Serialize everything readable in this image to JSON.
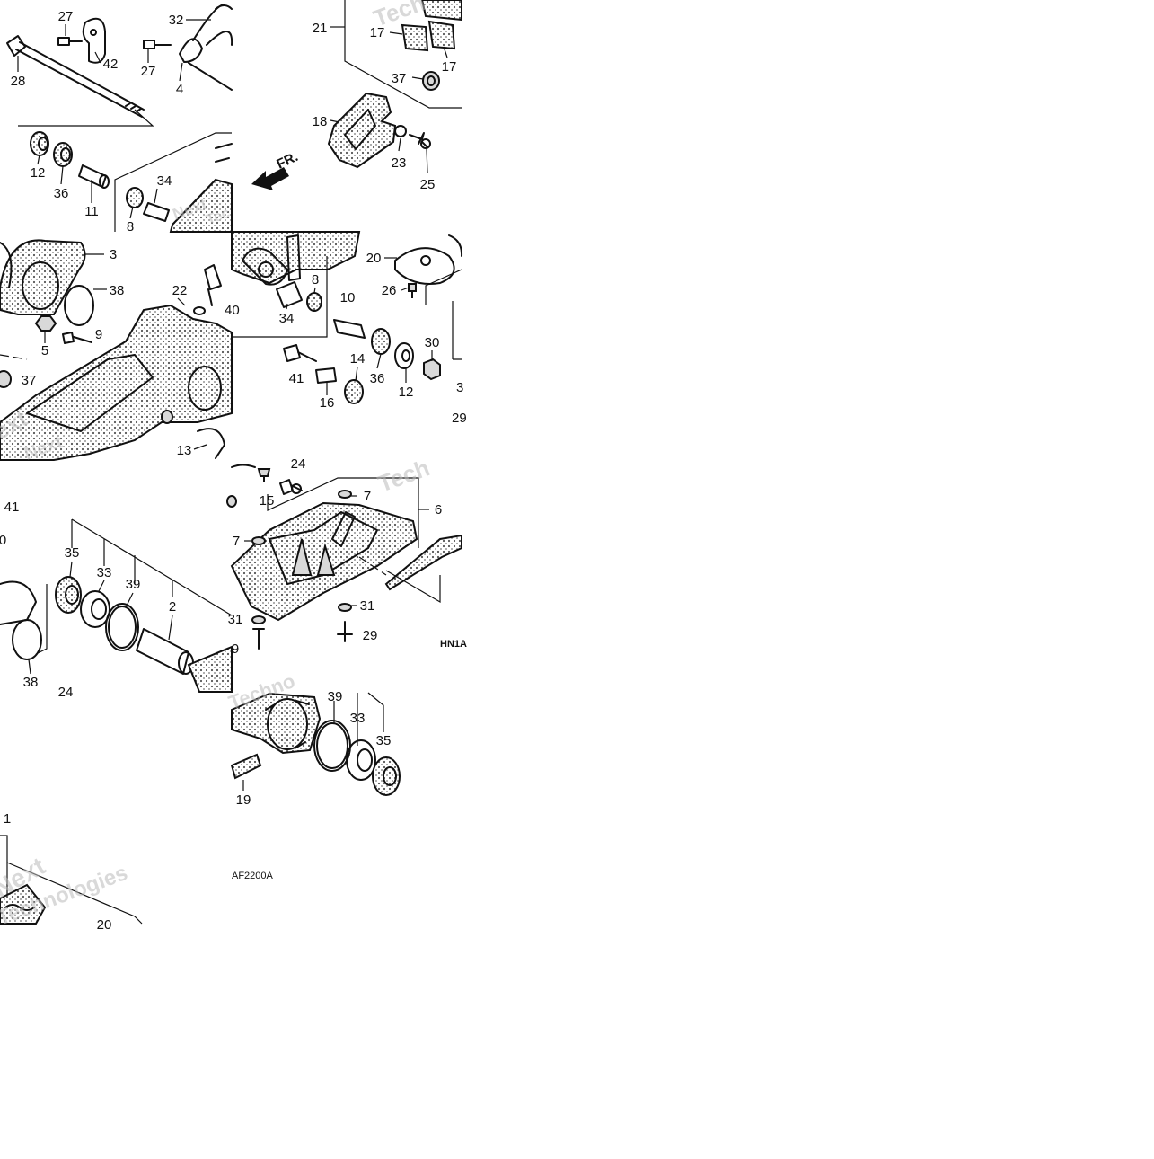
{
  "callouts": {
    "t1": [
      "27",
      "32",
      "42",
      "28",
      "27",
      "4",
      "12",
      "36",
      "11",
      "34",
      "8"
    ],
    "t2": [
      "21",
      "17",
      "17",
      "37",
      "18",
      "23",
      "25"
    ],
    "t2_arrow": "FR.",
    "t3": [
      "3",
      "38",
      "22",
      "40",
      "5",
      "9",
      "37",
      "13"
    ],
    "t4": [
      "20",
      "8",
      "26",
      "10",
      "34",
      "30",
      "14",
      "41",
      "36",
      "12",
      "3",
      "16",
      "29"
    ],
    "t5": [
      "41",
      "0",
      "35",
      "33",
      "39",
      "2",
      "38",
      "24"
    ],
    "t6": [
      "24",
      "15",
      "7",
      "6",
      "7",
      "31",
      "31",
      "29",
      "9"
    ],
    "t6_code": "HN1A",
    "t7": [
      "39",
      "33",
      "35",
      "19"
    ],
    "t7_code": "AF2200A",
    "t8": [
      "1",
      "20"
    ]
  },
  "watermark": {
    "words": [
      "Tech",
      "Next",
      "Tec",
      "ext",
      "Next",
      "Technologies",
      "Techno",
      "Next",
      "Tech"
    ]
  }
}
